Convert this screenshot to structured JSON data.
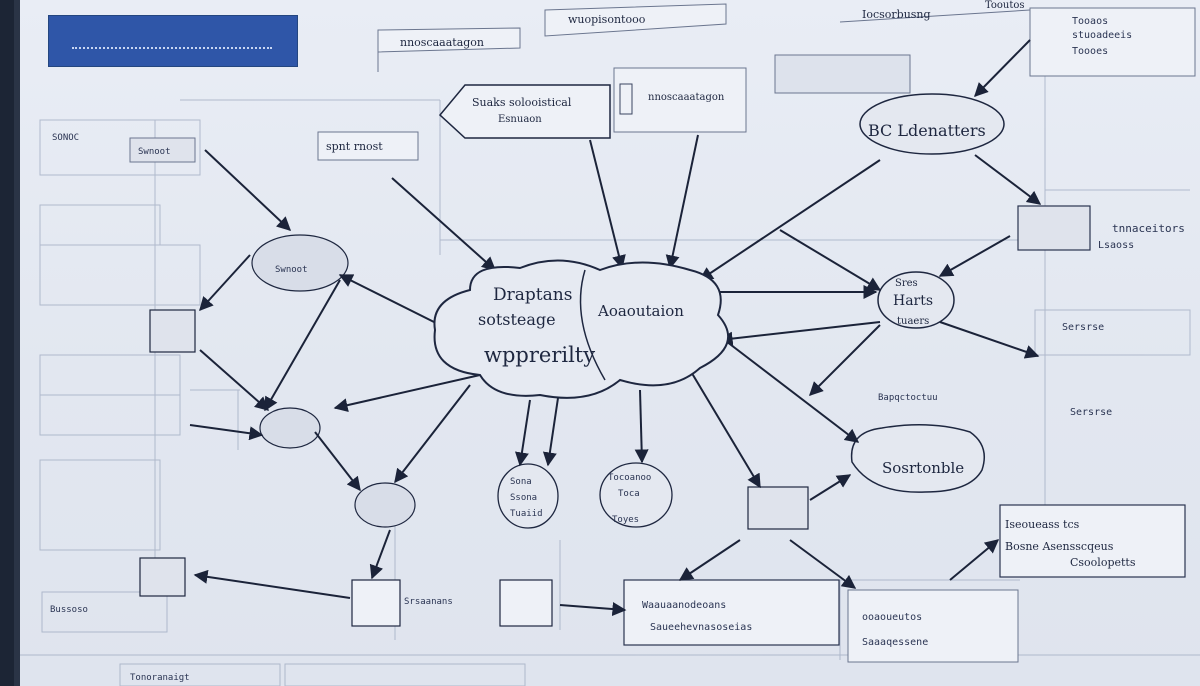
{
  "diagram": {
    "center_cloud": {
      "lines": [
        "Draptans",
        "sotsteage",
        "Aoaoutaion",
        "wpprerilty"
      ]
    },
    "nodes": {
      "top_note_a": "nnoscaaatagon",
      "top_note_b": "wuopisontooo",
      "top_note_c": "Iocsorbusng",
      "top_note_right": "Tooutos",
      "right_top_list": [
        "Tooaos",
        "stuoadeeis",
        "Toooes"
      ],
      "box_left_upper": "spnt rnost",
      "flag_box": [
        "Suaks solooistical",
        "Esnuaon"
      ],
      "cloud_top_right": "BC Ldenatters",
      "right_upper_label": [
        "tnnaceitors",
        "Lsaoss"
      ],
      "right_mid_label": "Sersrse",
      "cloud_right": [
        "Sres",
        "Harts",
        "tuaers"
      ],
      "cloud_bottom_right": "Sosrtonble",
      "right_small_text": "Bapqctoctuu",
      "bottom_right_box": [
        "Iseoueass tcs",
        "Bosne Asensscqeus",
        "Csoolopetts"
      ],
      "bottom_center_box": [
        "Waauaanodeoans",
        "Saueehevnasoseias"
      ],
      "bottom_far_right_box": [
        "ooaoueutos",
        "Saaaqessene"
      ],
      "circle_a": [
        "Sona",
        "Ssona",
        "Tuaiid"
      ],
      "circle_b": [
        "Tocoanoo",
        "Toca",
        "Toyes"
      ],
      "bottom_left_label": "Srsaanans",
      "top_left_ruled": "SONOC",
      "left_small_a": "Swnoot",
      "left_small_b": "Bussoso",
      "bottom_strip": "Tonoranaigt"
    }
  },
  "colors": {
    "board": "#e6eaf2",
    "ink": "#1e2740",
    "arrow": "#1b2339",
    "banner": "#2f56a8"
  }
}
